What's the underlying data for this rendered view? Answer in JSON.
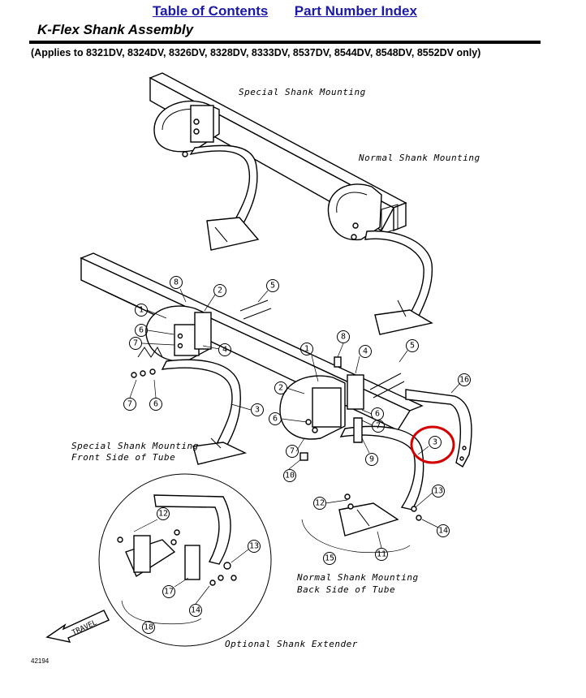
{
  "nav": {
    "toc": "Table of Contents",
    "pni": "Part Number Index"
  },
  "title": "K-Flex Shank Assembly",
  "subtitle": "(Applies to 8321DV, 8324DV, 8326DV, 8328DV, 8333DV, 8537DV, 8544DV, 8548DV, 8552DV only)",
  "labels": {
    "special_top": "Special Shank Mounting",
    "normal_top": "Normal Shank Mounting",
    "special_front_1": "Special Shank Mounting",
    "special_front_2": "Front Side of Tube",
    "normal_back_1": "Normal Shank Mounting",
    "normal_back_2": "Back Side of Tube",
    "optional": "Optional Shank Extender",
    "travel": "TRAVEL"
  },
  "callouts": {
    "c1a": "1",
    "c2a": "2",
    "c3a": "3",
    "c4a": "4",
    "c5a": "5",
    "c6a": "6",
    "c6b": "6",
    "c7a": "7",
    "c7b": "7",
    "c8a": "8",
    "c1b": "1",
    "c2b": "2",
    "c3b": "3",
    "c4b": "4",
    "c5b": "5",
    "c6c": "6",
    "c6d": "6",
    "c7c": "7",
    "c8b": "8",
    "c9": "9",
    "c10": "10",
    "c11": "11",
    "c12a": "12",
    "c13a": "13",
    "c14a": "14",
    "c15": "15",
    "c16": "16",
    "c12b": "12",
    "c13b": "13",
    "c14b": "14",
    "c17": "17",
    "c18": "18"
  },
  "highlight_color": "#d40000",
  "figure_number": "42194"
}
